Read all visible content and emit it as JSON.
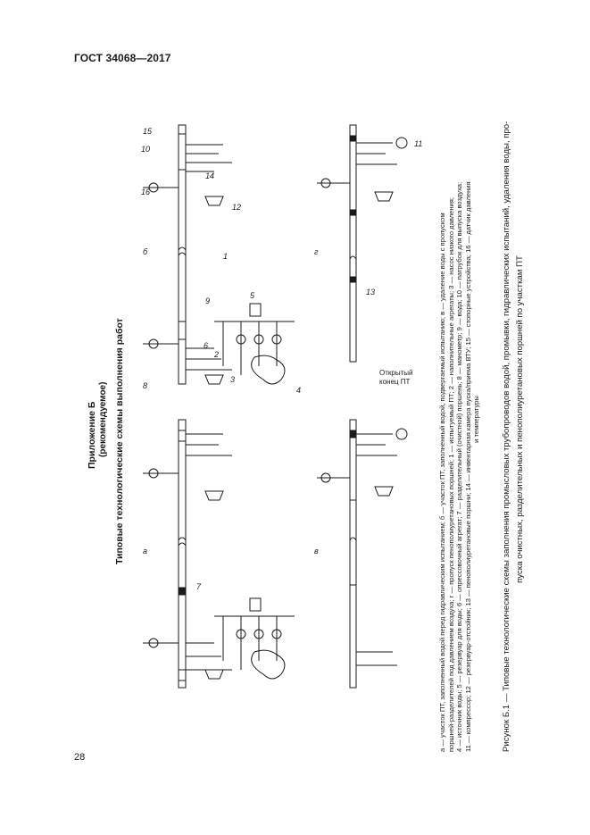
{
  "header": {
    "standard": "ГОСТ 34068—2017",
    "page_number": "28"
  },
  "appendix": {
    "title": "Приложение Б",
    "subtitle": "(рекомендуемое)",
    "heading": "Типовые технологические схемы выполнения работ"
  },
  "panels": {
    "a": "а",
    "b": "б",
    "v": "в",
    "g": "г"
  },
  "callouts": [
    "1",
    "2",
    "3",
    "4",
    "5",
    "6",
    "7",
    "8",
    "9",
    "10",
    "11",
    "12",
    "13",
    "14",
    "15",
    "16"
  ],
  "open_end_label": [
    "Открытый",
    "конец ПТ"
  ],
  "legend_lines": [
    "а — участок ПТ, заполненный водой перед гидравлическим испытанием; б — участок ПТ, заполненный водой, подвергаемый испытанию; в — удаление воды с пропуском",
    "поршней-разделителей под давлением воздуха; г — пропуск пенополиуретановых поршней; 1 — испытуемый ПТ; 2 — наполнительные агрегаты; 3 — насос низкого давления;",
    "4 — источник воды; 5 — резервуар для воды; 6 — опрессовочный агрегат; 7 — разделительный (очистной) поршень; 8 — манометр; 9 — вода; 10 — патрубок для выпуска воздуха;",
    "11 — компрессор; 12 — резервуар-отстойник; 13 — пенополиуретановые поршни; 14 — инвентарная камера пуска/приема ВТУ; 15 — стопорные устройства; 16 — датчик давления",
    "и температуры"
  ],
  "caption_lines": [
    "Рисунок Б.1 — Типовые технологические схемы заполнения промысловых трубопроводов водой, промывки, гидравлических испытаний, удаления воды, про-",
    "пуска очистных, разделительных и пенополиуретановых поршней по участкам ПТ"
  ]
}
